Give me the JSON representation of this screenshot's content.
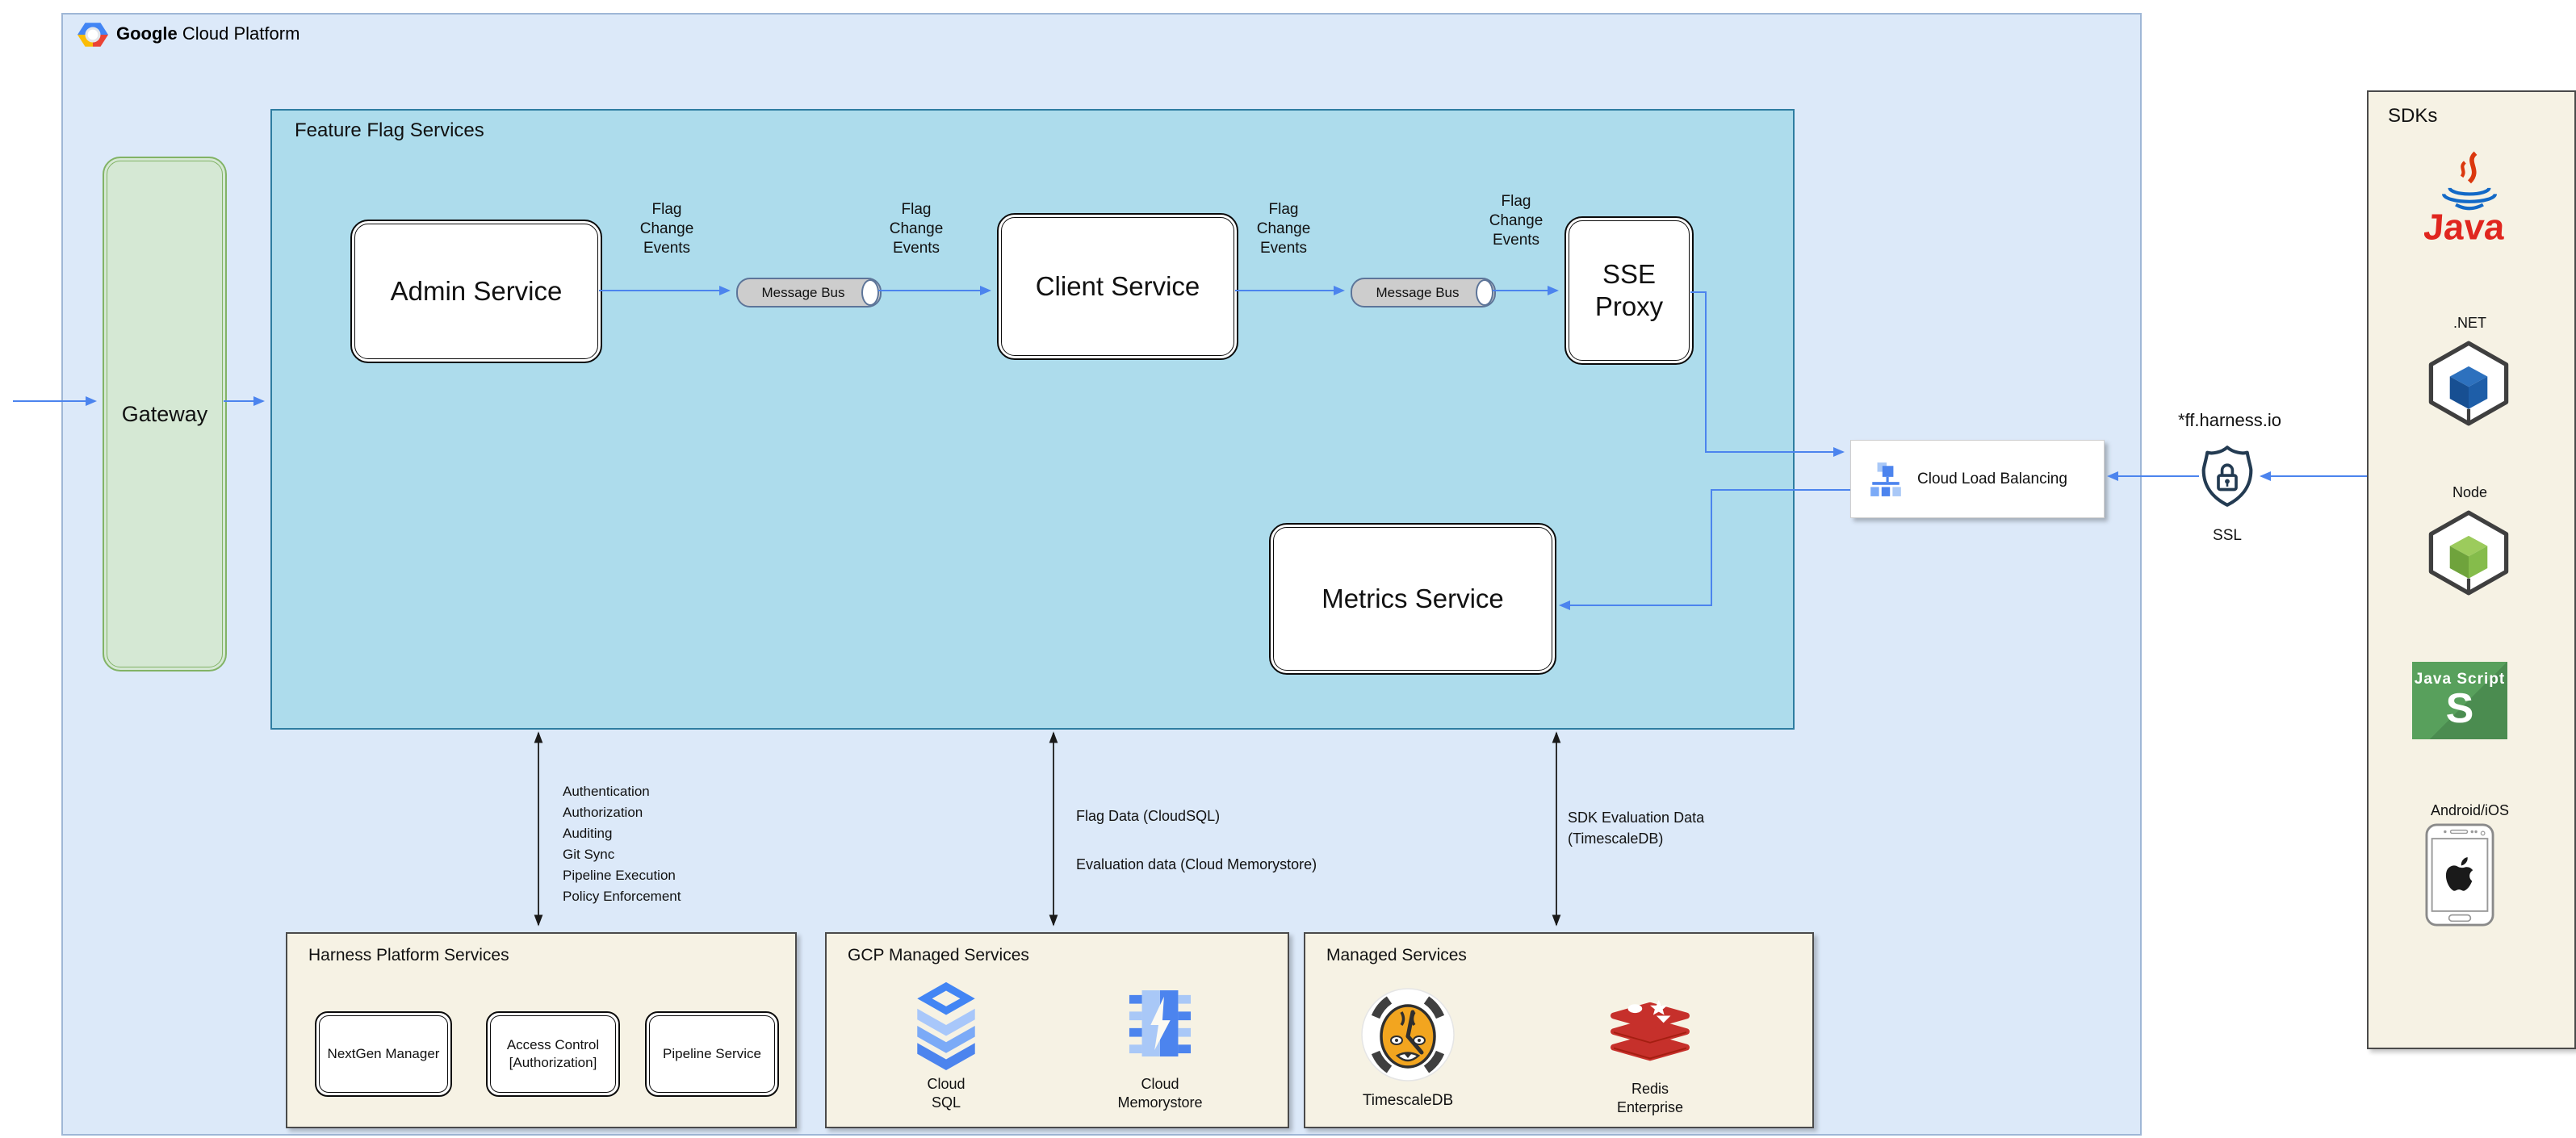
{
  "header": {
    "brand_bold": "Google",
    "brand_rest": " Cloud Platform"
  },
  "gateway": {
    "label": "Gateway"
  },
  "feature_flag": {
    "title": "Feature Flag Services",
    "admin_service": "Admin Service",
    "client_service": "Client Service",
    "sse_proxy": "SSE\nProxy",
    "metrics_service": "Metrics Service",
    "message_bus": "Message Bus",
    "flag_change_events": "Flag\nChange\nEvents"
  },
  "load_balancing": {
    "label": "Cloud Load Balancing"
  },
  "ssl": {
    "domain": "*ff.harness.io",
    "label": "SSL"
  },
  "sdks": {
    "title": "SDKs",
    "java_text": "Java",
    "net_label": ".NET",
    "node_label": "Node",
    "js_title": "Java Script",
    "js_letter": "S",
    "android_label": "Android/iOS"
  },
  "connections": {
    "platform_functions": "Authentication\nAuthorization\nAuditing\nGit Sync\nPipeline Execution\nPolicy Enforcement",
    "flag_data": "Flag Data (CloudSQL)",
    "evaluation_data": "Evaluation data (Cloud Memorystore)",
    "sdk_evaluation_data": "SDK Evaluation Data\n(TimescaleDB)"
  },
  "harness_platform": {
    "title": "Harness Platform Services",
    "services": [
      "NextGen Manager",
      "Access Control\n[Authorization]",
      "Pipeline Service"
    ]
  },
  "gcp_managed": {
    "title": "GCP Managed Services",
    "items": [
      {
        "label": "Cloud\nSQL"
      },
      {
        "label": "Cloud\nMemorystore"
      }
    ]
  },
  "managed": {
    "title": "Managed Services",
    "items": [
      {
        "label": "TimescaleDB"
      },
      {
        "label": "Redis\nEnterprise"
      }
    ]
  },
  "colors": {
    "arrow_blue": "#4C84EE",
    "arrow_black": "#1A1A1A",
    "gcp_container_fill": "#DCE9F9",
    "feature_flag_fill": "#ADDCEC",
    "gateway_fill": "#D5E8D4",
    "gateway_stroke": "#82B366",
    "panel_beige": "#F6F2E4",
    "bus_fill": "#CDCDCD"
  }
}
